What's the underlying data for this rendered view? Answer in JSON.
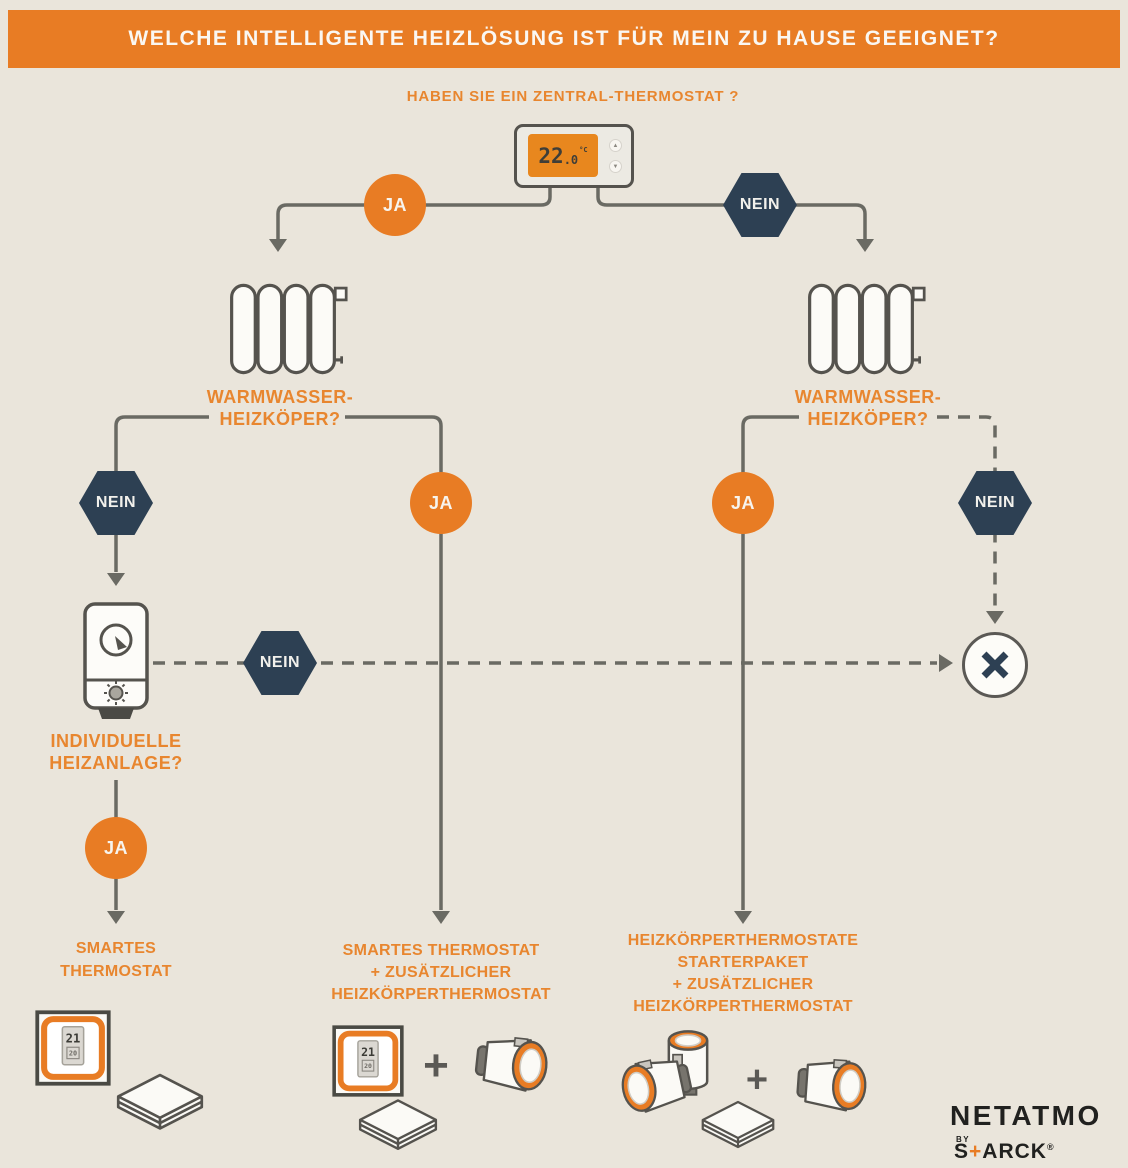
{
  "title": "WELCHE INTELLIGENTE HEIZLÖSUNG IST FÜR MEIN ZU HAUSE GEEIGNET?",
  "question": "HABEN SIE EIN ZENTRAL-THERMOSTAT ?",
  "colors": {
    "accent_orange": "#E87C24",
    "label_orange": "#E8862F",
    "dark_navy": "#2D4053",
    "background": "#EAE5DB",
    "line_gray": "#6A6A63"
  },
  "central_thermostat": {
    "temp_main": "22",
    "temp_decimal": ".0",
    "temp_unit": "°C"
  },
  "icons": {
    "up": "▲",
    "down": "▼"
  },
  "badges": {
    "top_ja": "JA",
    "top_nein": "NEIN",
    "left_nein": "NEIN",
    "left_ja": "JA",
    "right_ja": "JA",
    "right_nein": "NEIN",
    "boiler_nein": "NEIN",
    "boiler_ja": "JA"
  },
  "node_labels": {
    "left_radiator": {
      "line1": "WARMWASSER-",
      "line2": "HEIZKÖPER?"
    },
    "right_radiator": {
      "line1": "WARMWASSER-",
      "line2": "HEIZKÖPER?"
    },
    "boiler": {
      "line1": "INDIVIDUELLE",
      "line2": "HEIZANLAGE?"
    }
  },
  "outcomes": {
    "smart_thermostat": {
      "line1": "SMARTES",
      "line2": "THERMOSTAT"
    },
    "thermostat_plus_valve": {
      "line1": "SMARTES THERMOSTAT",
      "line2": "+ ZUSÄTZLICHER",
      "line3": "HEIZKÖRPERTHERMOSTAT"
    },
    "starter_pack": {
      "line1": "HEIZKÖRPERTHERMOSTATE",
      "line2": "STARTERPAKET",
      "line3": "+ ZUSÄTZLICHER",
      "line4": "HEIZKÖRPERTHERMOSTAT"
    }
  },
  "product_thermostat_display": {
    "main": "21",
    "sub": "20"
  },
  "plus": "+",
  "logo": {
    "brand": "NETATMO",
    "by": "BY",
    "starck_pre": "S",
    "starck_plus": "+",
    "starck_post": "ARCK",
    "reg": "®"
  }
}
